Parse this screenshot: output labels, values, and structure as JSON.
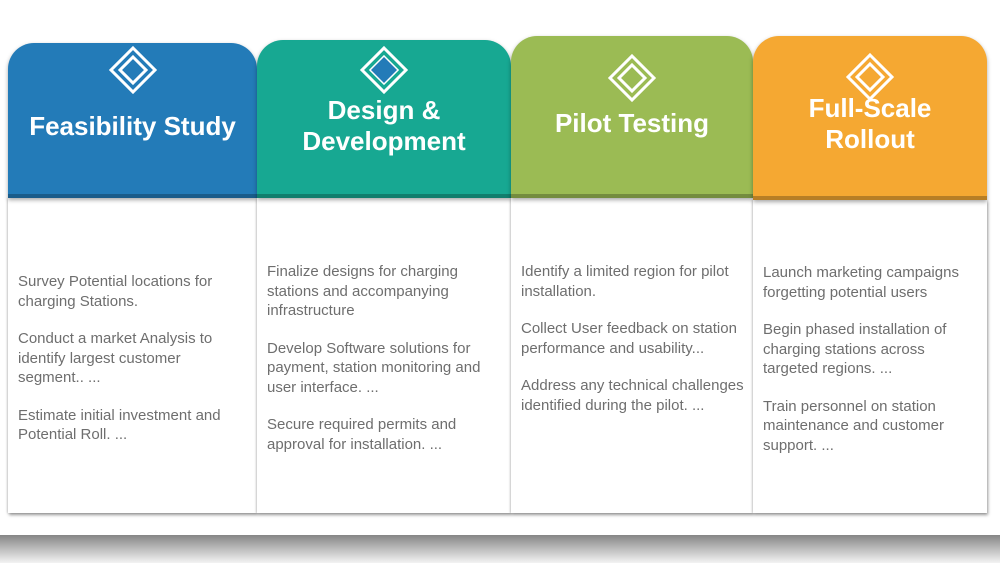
{
  "colors": {
    "feasibility": "#237bb8",
    "design": "#17a892",
    "pilot": "#9bbb54",
    "rollout": "#f5a832"
  },
  "stages": [
    {
      "title": "Feasibility Study",
      "icon": "diamond-icon",
      "items": [
        "Survey Potential locations for charging Stations.",
        "Conduct a market Analysis to identify largest customer segment.. ...",
        "Estimate initial investment  and Potential Roll. ..."
      ]
    },
    {
      "title": "Design & Development",
      "icon": "diamond-filled-icon",
      "items": [
        "Finalize designs for charging stations and accompanying infrastructure",
        "Develop  Software solutions for payment, station monitoring and user interface. ...",
        "Secure required permits and approval for installation. ..."
      ]
    },
    {
      "title": "Pilot Testing",
      "icon": "diamond-icon",
      "items": [
        "Identify  a limited region for pilot installation.",
        "Collect User feedback on station  performance and usability...",
        "Address any technical challenges identified during the pilot. ..."
      ]
    },
    {
      "title": "Full-Scale Rollout",
      "icon": "diamond-icon",
      "items": [
        "Launch marketing campaigns forgetting potential users",
        "Begin phased installation of charging stations across targeted regions. ...",
        "Train personnel on station maintenance and customer support. ..."
      ]
    }
  ]
}
